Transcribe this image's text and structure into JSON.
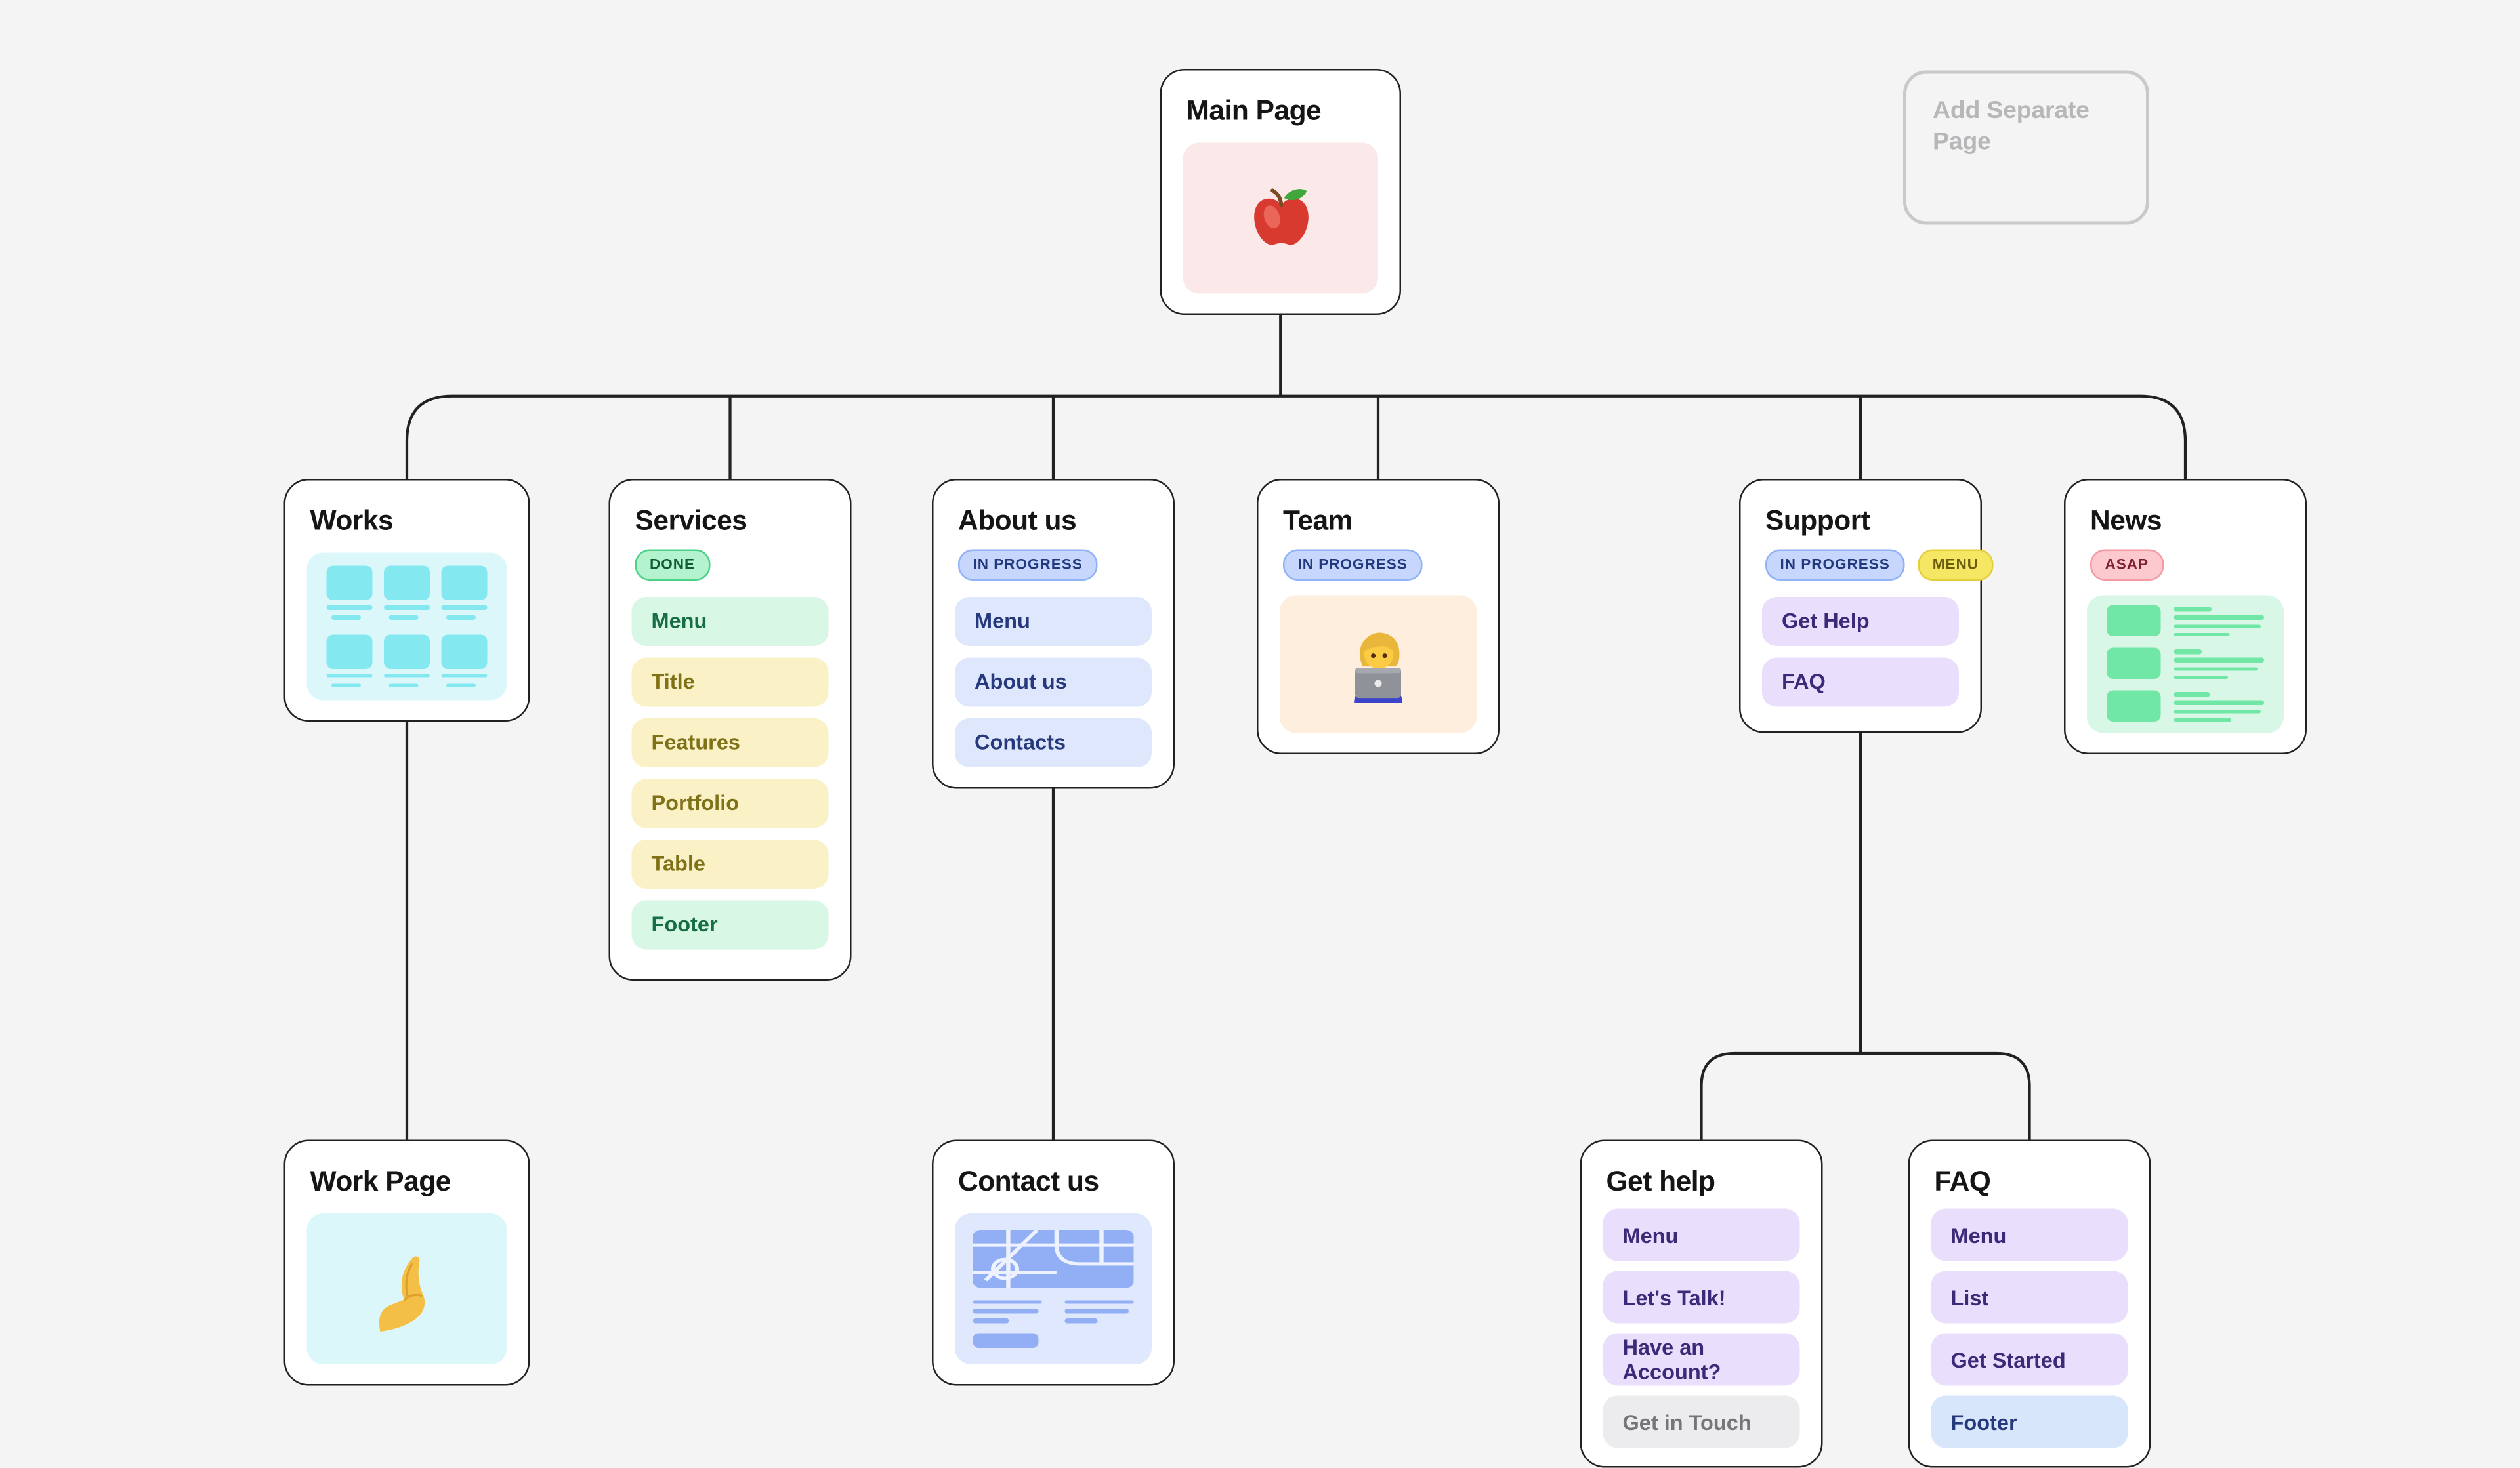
{
  "app": {
    "background": "#f4f4f4",
    "connector_color": "#212123"
  },
  "palette": {
    "item_green": {
      "bg": "#d8f7e4",
      "text": "#176e44"
    },
    "item_yellow": {
      "bg": "#fbf1c6",
      "text": "#7f7117"
    },
    "item_blue": {
      "bg": "#dfe7fd",
      "text": "#27397d"
    },
    "item_purple": {
      "bg": "#e9defc",
      "text": "#3b2a78"
    },
    "item_gray": {
      "bg": "#ececee",
      "text": "#75757b"
    },
    "item_lightblue": {
      "bg": "#d8e6fc",
      "text": "#27397d"
    },
    "badge_done": {
      "bg": "#b4f3cd",
      "border": "#4cd287",
      "text": "#0d5c36"
    },
    "badge_in_progress": {
      "bg": "#c6d6fd",
      "border": "#92b2f8",
      "text": "#22397d"
    },
    "badge_menu": {
      "bg": "#f5e664",
      "border": "#e4cf3a",
      "text": "#6d5c0e"
    },
    "badge_asap": {
      "bg": "#fcc9ce",
      "border": "#f59aa3",
      "text": "#7f2030"
    }
  },
  "add_separate_page_button": {
    "label": "Add Separate Page"
  },
  "cards": {
    "main_page": {
      "title": "Main Page",
      "icon": "apple-emoji"
    },
    "works": {
      "title": "Works",
      "thumbnail": "grid-of-cards"
    },
    "services": {
      "title": "Services",
      "badges": [
        {
          "label": "DONE",
          "color": "green"
        }
      ],
      "items": [
        {
          "label": "Menu",
          "color": "green"
        },
        {
          "label": "Title",
          "color": "yellow"
        },
        {
          "label": "Features",
          "color": "yellow"
        },
        {
          "label": "Portfolio",
          "color": "yellow"
        },
        {
          "label": "Table",
          "color": "yellow"
        },
        {
          "label": "Footer",
          "color": "green"
        }
      ]
    },
    "about_us": {
      "title": "About us",
      "badges": [
        {
          "label": "IN PROGRESS",
          "color": "blue"
        }
      ],
      "items": [
        {
          "label": "Menu",
          "color": "blue"
        },
        {
          "label": "About us",
          "color": "blue"
        },
        {
          "label": "Contacts",
          "color": "blue"
        }
      ]
    },
    "team": {
      "title": "Team",
      "badges": [
        {
          "label": "IN PROGRESS",
          "color": "blue"
        }
      ],
      "icon": "technologist-emoji"
    },
    "support": {
      "title": "Support",
      "badges": [
        {
          "label": "IN PROGRESS",
          "color": "blue"
        },
        {
          "label": "MENU",
          "color": "yellow"
        }
      ],
      "items": [
        {
          "label": "Get Help",
          "color": "purple"
        },
        {
          "label": "FAQ",
          "color": "purple"
        }
      ]
    },
    "news": {
      "title": "News",
      "badges": [
        {
          "label": "ASAP",
          "color": "red"
        }
      ],
      "thumbnail": "article-list"
    },
    "work_page": {
      "title": "Work Page",
      "icon": "pinched-fingers-emoji"
    },
    "contact_us": {
      "title": "Contact us",
      "thumbnail": "map-illustration"
    },
    "get_help": {
      "title": "Get help",
      "items": [
        {
          "label": "Menu",
          "color": "purple"
        },
        {
          "label": "Let's Talk!",
          "color": "purple"
        },
        {
          "label": "Have an Account?",
          "color": "purple"
        },
        {
          "label": "Get in Touch",
          "color": "gray"
        }
      ]
    },
    "faq": {
      "title": "FAQ",
      "items": [
        {
          "label": "Menu",
          "color": "purple"
        },
        {
          "label": "List",
          "color": "purple"
        },
        {
          "label": "Get Started",
          "color": "purple"
        },
        {
          "label": "Footer",
          "color": "lightblue"
        }
      ]
    }
  }
}
